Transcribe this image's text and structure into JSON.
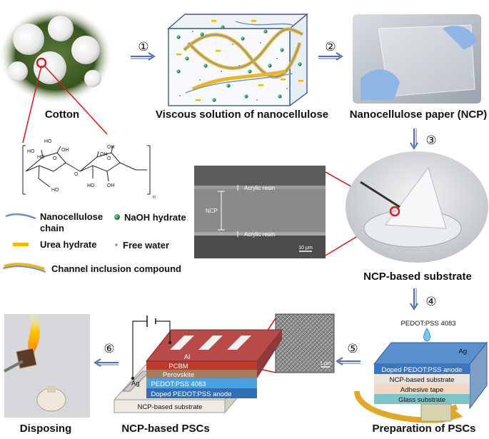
{
  "titles": {
    "cotton": "Cotton",
    "viscous": "Viscous solution of nanocellulose",
    "ncp": "Nanocellulose paper (NCP)",
    "substrate": "NCP-based substrate",
    "disposing": "Disposing",
    "pscs": "NCP-based PSCs",
    "preparation": "Preparation of PSCs"
  },
  "steps": [
    "①",
    "②",
    "③",
    "④",
    "⑤",
    "⑥"
  ],
  "chem": {
    "oh_labels": [
      "HO",
      "HO",
      "OH",
      "O",
      "HO",
      "O",
      "OH",
      "OH",
      "O",
      "HO",
      "OH",
      "HO"
    ],
    "subscript": "n"
  },
  "legend": {
    "chain_line1": "Nanocellulose",
    "chain_line2": "chain",
    "naoh": "NaOH hydrate",
    "urea": "Urea hydrate",
    "water": "Free water",
    "channel": "Channel inclusion compound"
  },
  "sem": {
    "acrylic_top": "Acrylic resin",
    "ncp": "NCP",
    "acrylic_bottom": "Acrylic resin",
    "scale": "10 μm"
  },
  "prep": {
    "pedot_label": "PEDOT:PSS 4083",
    "ag": "Ag",
    "layers": [
      "Doped PEDOT:PSS anode",
      "NCP-based substrate",
      "Adhesive tape",
      "Glass substrate"
    ]
  },
  "psc": {
    "al": "Al",
    "ag": "Ag",
    "layers": [
      "PCBM",
      "Perovskite",
      "PEDOT:PSS 4083",
      "Doped PEDOT:PSS anode",
      "NCP-based substrate"
    ],
    "inset_scale": "1 μm"
  },
  "colors": {
    "chain": "#6a8fc9",
    "naoh": "#1b8a4a",
    "urea": "#f5b800",
    "channel": "#e8b62a",
    "arrow": "#4f6fa8",
    "pointer": "#d42020",
    "al": "#b84a4a",
    "pcbm": "#c0392b",
    "perovskite": "#a67b5b",
    "pedot": "#4aa3df",
    "anode": "#2e6fb7",
    "ncp_layer": "#eeebe4"
  }
}
